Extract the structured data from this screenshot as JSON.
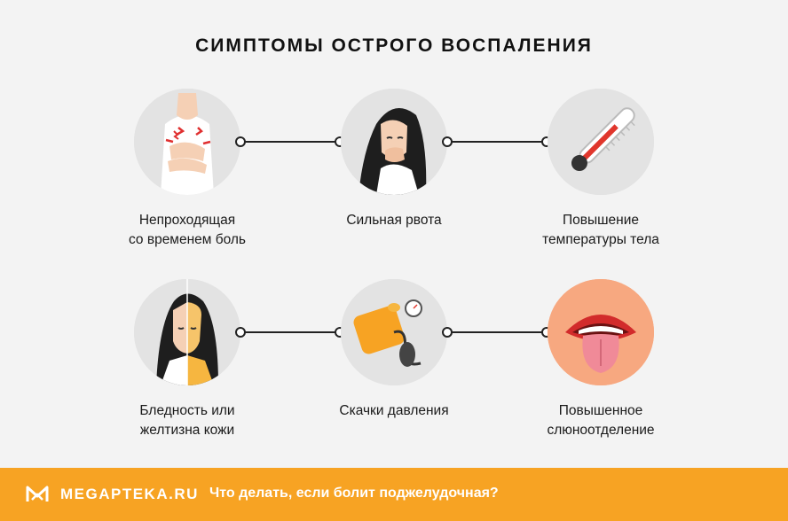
{
  "title": "СИМПТОМЫ ОСТРОГО ВОСПАЛЕНИЯ",
  "symptoms": [
    {
      "line1": "Непроходящая",
      "line2": "со временем боль",
      "icon": "abdominal-pain-icon"
    },
    {
      "line1": "Сильная рвота",
      "line2": "",
      "icon": "vomiting-woman-icon"
    },
    {
      "line1": "Повышение",
      "line2": "температуры тела",
      "icon": "thermometer-icon"
    },
    {
      "line1": "Бледность или",
      "line2": "желтизна кожи",
      "icon": "pale-yellow-skin-icon"
    },
    {
      "line1": "Скачки давления",
      "line2": "",
      "icon": "blood-pressure-monitor-icon"
    },
    {
      "line1": "Повышенное",
      "line2": "слюноотделение",
      "icon": "mouth-tongue-icon"
    }
  ],
  "footer": {
    "brand": "MEGAPTEKA.RU",
    "link": "Что делать, если болит поджелудочная?",
    "background": "#f7a323"
  },
  "colors": {
    "accent": "#f7a323",
    "circle": "#e0e0e0",
    "text": "#1a1a1a"
  }
}
